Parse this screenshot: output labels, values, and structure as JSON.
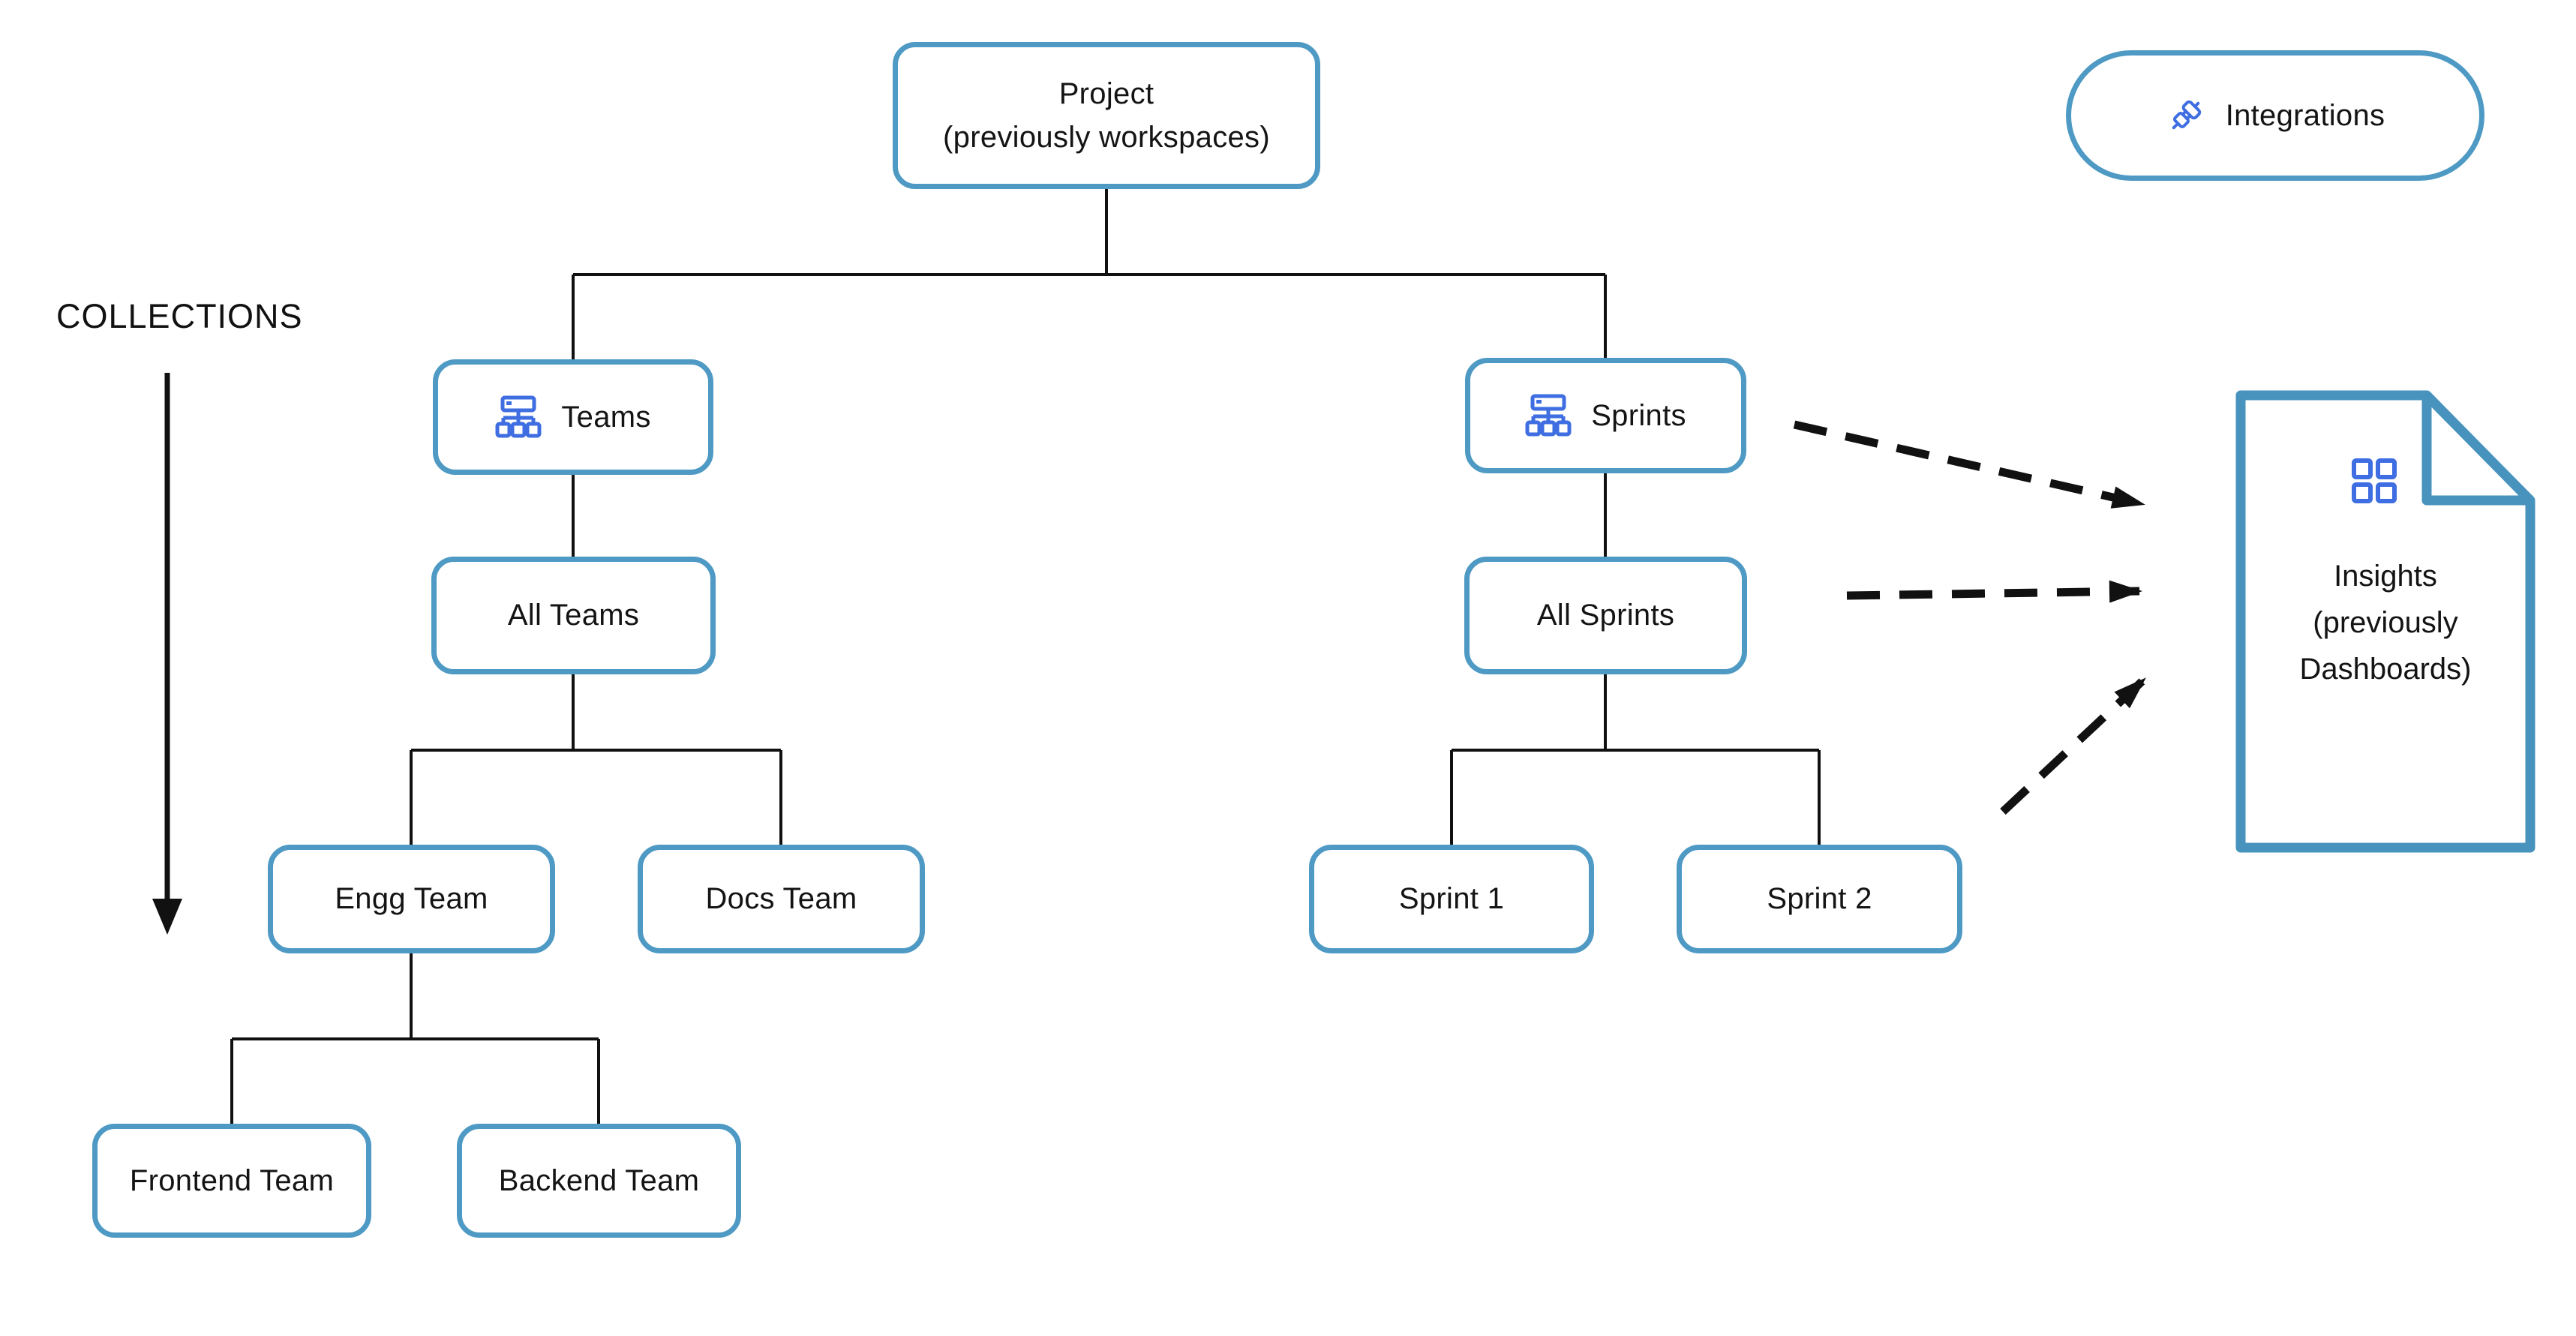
{
  "palette": {
    "box_border_blue": "#4E9AC4",
    "document_border_blue": "#4793BE",
    "icon_blue": "#3E6EE1",
    "connector_black": "#111111",
    "text_black": "#141414",
    "background": "#ffffff"
  },
  "collections": {
    "label": "COLLECTIONS"
  },
  "nodes": {
    "project": {
      "line1": "Project",
      "line2": "(previously workspaces)"
    },
    "teams": {
      "label": "Teams",
      "icon": "sitemap-icon"
    },
    "sprints": {
      "label": "Sprints",
      "icon": "sitemap-icon"
    },
    "all_teams": {
      "label": "All Teams"
    },
    "all_sprints": {
      "label": "All Sprints"
    },
    "engg_team": {
      "label": "Engg Team"
    },
    "docs_team": {
      "label": "Docs Team"
    },
    "sprint_1": {
      "label": "Sprint 1"
    },
    "sprint_2": {
      "label": "Sprint 2"
    },
    "frontend_team": {
      "label": "Frontend Team"
    },
    "backend_team": {
      "label": "Backend Team"
    }
  },
  "integrations": {
    "label": "Integrations",
    "icon": "plug-icon"
  },
  "insights": {
    "icon": "dashboard-grid-icon",
    "line1": "Insights",
    "line2": "(previously",
    "line3": "Dashboards)"
  }
}
